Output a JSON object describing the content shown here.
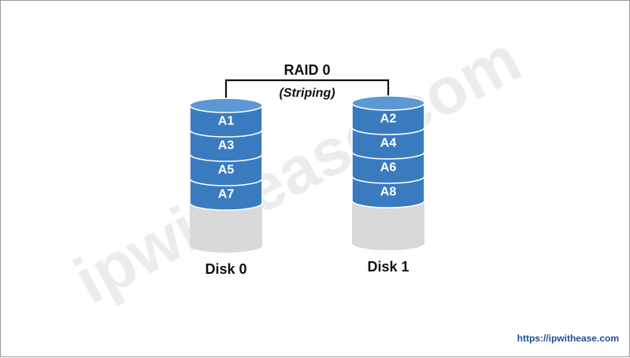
{
  "diagram": {
    "title": "RAID 0",
    "subtitle": "(Striping)",
    "watermark": "ipwithease.com",
    "source_url": "https://ipwithease.com",
    "colors": {
      "block_fill": "#3a7bc0",
      "block_top": "#5c98d4",
      "block_edge": "#ffffff",
      "empty_fill": "#d9d9d9",
      "empty_bottom": "#cfcfcf",
      "connector": "#111111",
      "url": "#1f4e9a"
    },
    "disks": [
      {
        "label": "Disk 0",
        "blocks": [
          "A1",
          "A3",
          "A5",
          "A7"
        ]
      },
      {
        "label": "Disk 1",
        "blocks": [
          "A2",
          "A4",
          "A6",
          "A8"
        ]
      }
    ]
  }
}
